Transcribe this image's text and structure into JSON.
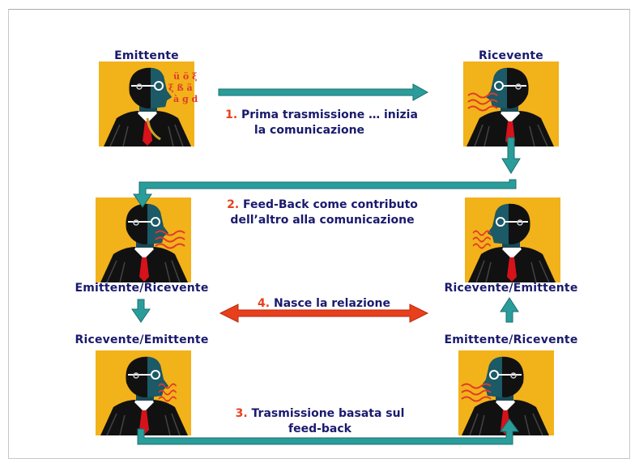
{
  "nodes": {
    "top_left": "Emittente",
    "top_right": "Ricevente",
    "mid_left": "Emittente/Ricevente",
    "mid_right": "Ricevente/Emittente",
    "bottom_left": "Ricevente/Emittente",
    "bottom_right": "Emittente/Ricevente"
  },
  "steps": {
    "s1": {
      "num": "1.",
      "line1": "Prima trasmissione … inizia",
      "line2": "la comunicazione"
    },
    "s2": {
      "num": "2.",
      "line1": "Feed-Back come contributo",
      "line2": "dell’altro alla comunicazione"
    },
    "s3": {
      "num": "3.",
      "line1": "Trasmissione basata sul",
      "line2": "feed-back"
    },
    "s4": {
      "num": "4.",
      "line1": "Nasce la relazione"
    }
  },
  "colors": {
    "teal_arrow": "#2a9d9b",
    "red_arrow": "#e8401c",
    "image_bg": "#f2b21a",
    "label_text": "#1a1a6e",
    "step_number": "#e8401c"
  }
}
